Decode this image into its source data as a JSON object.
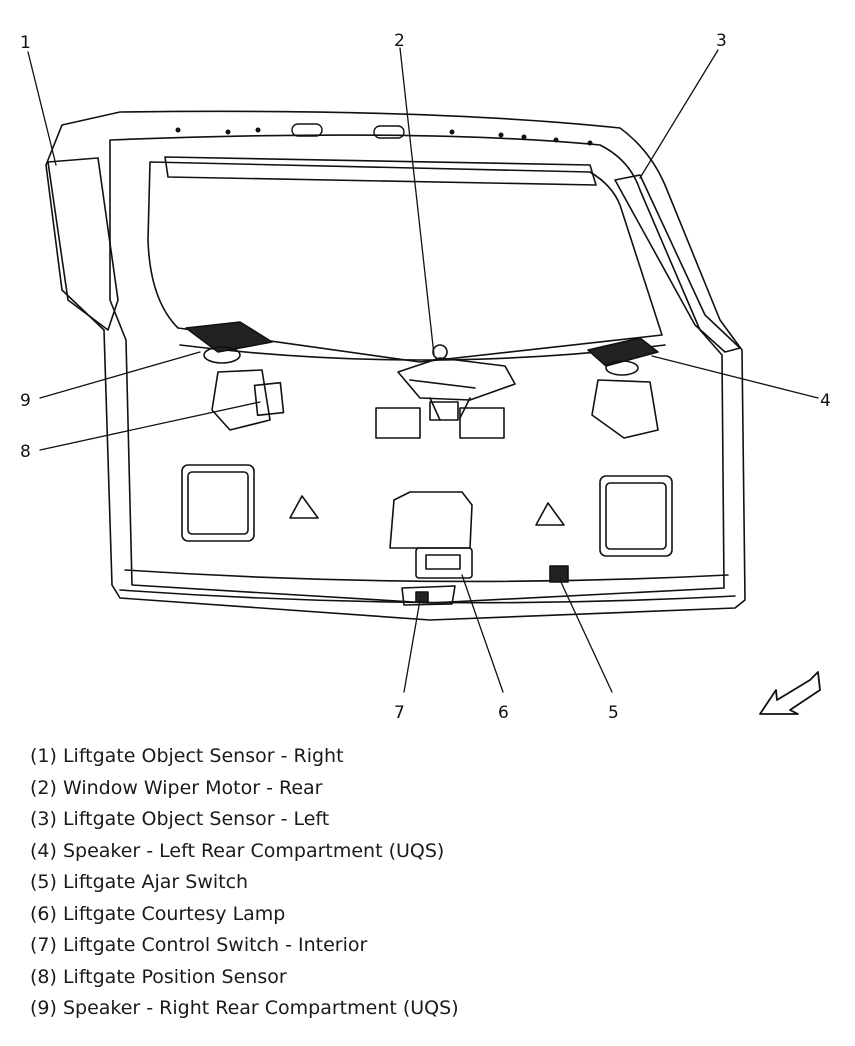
{
  "diagram": {
    "callouts": [
      "1",
      "2",
      "3",
      "4",
      "5",
      "6",
      "7",
      "8",
      "9"
    ],
    "icons": [
      "liftgate-panel",
      "window-wiper-motor",
      "speaker",
      "switch",
      "lamp",
      "sensor",
      "arrow"
    ]
  },
  "legend": [
    "(1) Liftgate Object Sensor - Right",
    "(2) Window Wiper Motor - Rear",
    "(3) Liftgate Object Sensor - Left",
    "(4) Speaker - Left Rear Compartment (UQS)",
    "(5) Liftgate Ajar Switch",
    "(6) Liftgate Courtesy Lamp",
    "(7) Liftgate Control Switch - Interior",
    "(8) Liftgate Position Sensor",
    "(9) Speaker - Right Rear Compartment (UQS)"
  ]
}
